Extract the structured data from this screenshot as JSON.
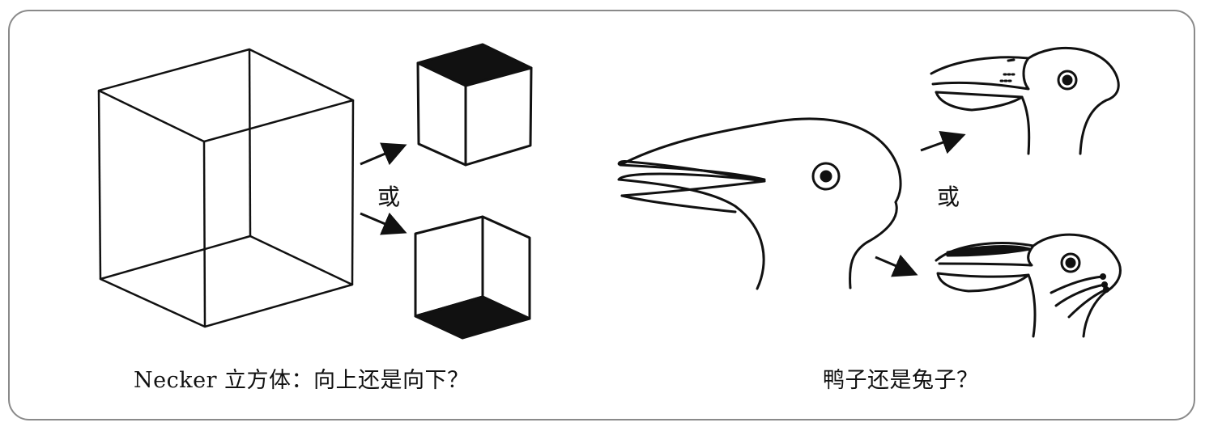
{
  "left_panel": {
    "or_label": "或",
    "caption": "Necker 立方体：向上还是向下？"
  },
  "right_panel": {
    "or_label": "或",
    "caption": "鸭子还是兔子？"
  },
  "colors": {
    "ink": "#111111",
    "frame": "#8a8a8a",
    "background": "#ffffff"
  }
}
